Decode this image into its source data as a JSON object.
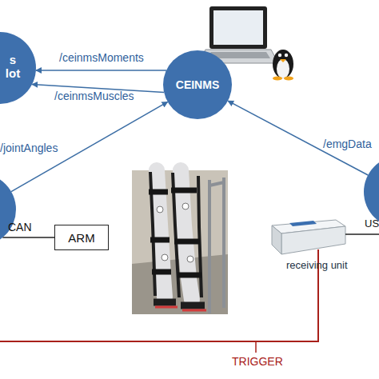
{
  "diagram": {
    "nodes": [
      {
        "text": [
          "s lot"
        ]
      },
      {
        "text": [
          "CEINMS"
        ]
      },
      {
        "text": []
      },
      {
        "text": [
          "ARM"
        ]
      },
      {
        "text": []
      }
    ],
    "edges": [
      {
        "from": 1,
        "to": 0,
        "arrow": "to",
        "label": "/ceinmsMoments"
      },
      {
        "from": 1,
        "to": 0,
        "arrow": "to",
        "label": "/ceinmsMuscles"
      },
      {
        "from": 2,
        "to": 1,
        "arrow": "to",
        "label": "/jointAngles"
      },
      {
        "from": 4,
        "to": 1,
        "arrow": "to",
        "label": "/emgData"
      },
      {
        "from": 2,
        "to": 3,
        "arrow": "none",
        "label": "CAN"
      }
    ],
    "labels": [
      "US",
      "receiving unit",
      "TRIGGER"
    ]
  }
}
